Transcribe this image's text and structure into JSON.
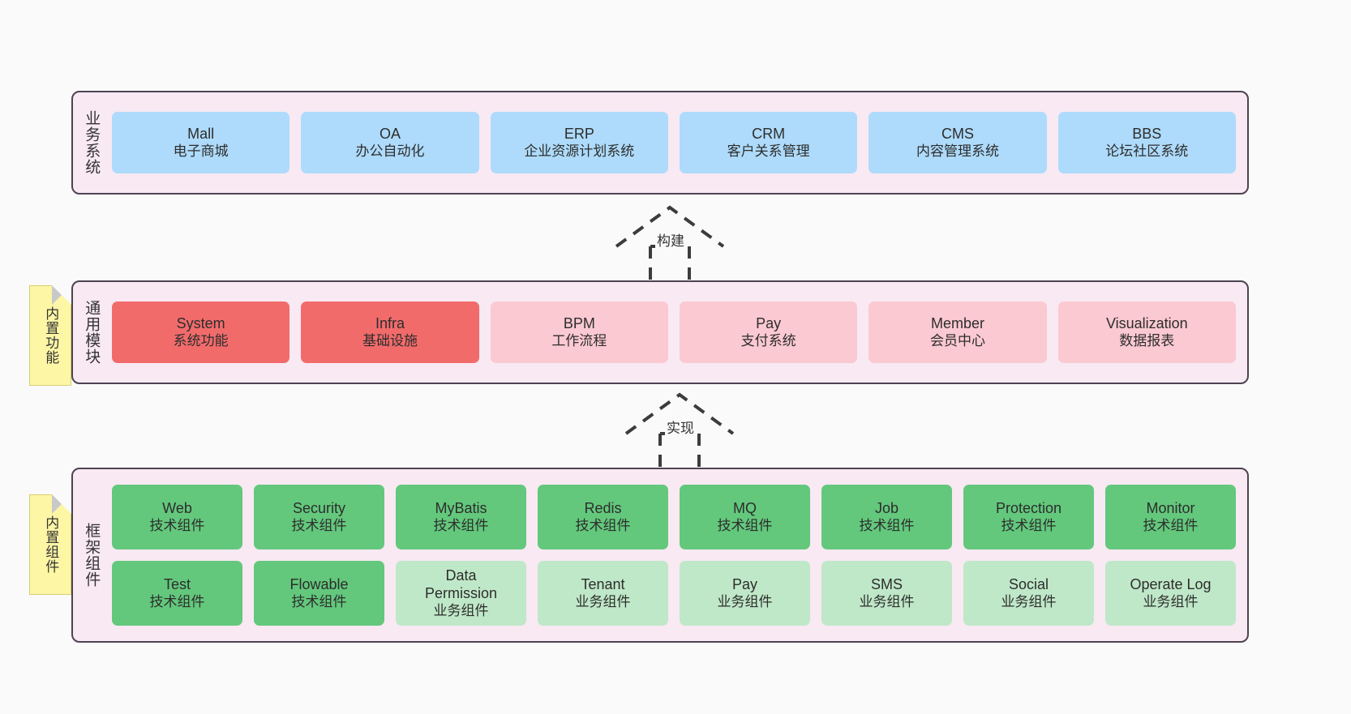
{
  "diagram": {
    "background_color": "#fafafa",
    "panel_color": "#f8e9f3",
    "panel_border_color": "#4d4352",
    "sticky_color": "#fcf6a5"
  },
  "layers": [
    {
      "id": "business",
      "label": "业务系统",
      "theme_color": "#aedbfb",
      "cards": [
        {
          "l1": "Mall",
          "l2": "电子商城"
        },
        {
          "l1": "OA",
          "l2": "办公自动化"
        },
        {
          "l1": "ERP",
          "l2": "企业资源计划系统"
        },
        {
          "l1": "CRM",
          "l2": "客户关系管理"
        },
        {
          "l1": "CMS",
          "l2": "内容管理系统"
        },
        {
          "l1": "BBS",
          "l2": "论坛社区系统"
        }
      ]
    },
    {
      "id": "modules",
      "label": "通用模块",
      "sticky": "内置功能",
      "theme_color": "#f26b6b",
      "theme_color_secondary": "#fbc9d2",
      "cards": [
        {
          "l1": "System",
          "l2": "系统功能",
          "color": "red"
        },
        {
          "l1": "Infra",
          "l2": "基础设施",
          "color": "red"
        },
        {
          "l1": "BPM",
          "l2": "工作流程",
          "color": "pink"
        },
        {
          "l1": "Pay",
          "l2": "支付系统",
          "color": "pink"
        },
        {
          "l1": "Member",
          "l2": "会员中心",
          "color": "pink"
        },
        {
          "l1": "Visualization",
          "l2": "数据报表",
          "color": "pink"
        }
      ]
    },
    {
      "id": "framework",
      "label": "框架组件",
      "sticky": "内置组件",
      "theme_color": "#63c87c",
      "theme_color_secondary": "#bfe8c8",
      "rows": [
        [
          {
            "l1": "Web",
            "l2": "技术组件",
            "color": "green"
          },
          {
            "l1": "Security",
            "l2": "技术组件",
            "color": "green"
          },
          {
            "l1": "MyBatis",
            "l2": "技术组件",
            "color": "green"
          },
          {
            "l1": "Redis",
            "l2": "技术组件",
            "color": "green"
          },
          {
            "l1": "MQ",
            "l2": "技术组件",
            "color": "green"
          },
          {
            "l1": "Job",
            "l2": "技术组件",
            "color": "green"
          },
          {
            "l1": "Protection",
            "l2": "技术组件",
            "color": "green"
          },
          {
            "l1": "Monitor",
            "l2": "技术组件",
            "color": "green"
          }
        ],
        [
          {
            "l1": "Test",
            "l2": "技术组件",
            "color": "green"
          },
          {
            "l1": "Flowable",
            "l2": "技术组件",
            "color": "green"
          },
          {
            "l1": "Data",
            "l2": "Permission",
            "l3": "业务组件",
            "color": "lightgreen"
          },
          {
            "l1": "Tenant",
            "l2": "业务组件",
            "color": "lightgreen"
          },
          {
            "l1": "Pay",
            "l2": "业务组件",
            "color": "lightgreen"
          },
          {
            "l1": "SMS",
            "l2": "业务组件",
            "color": "lightgreen"
          },
          {
            "l1": "Social",
            "l2": "业务组件",
            "color": "lightgreen"
          },
          {
            "l1": "Operate Log",
            "l2": "业务组件",
            "color": "lightgreen"
          }
        ]
      ]
    }
  ],
  "arrows": [
    {
      "id": "build",
      "label": "构建"
    },
    {
      "id": "impl",
      "label": "实现"
    }
  ]
}
